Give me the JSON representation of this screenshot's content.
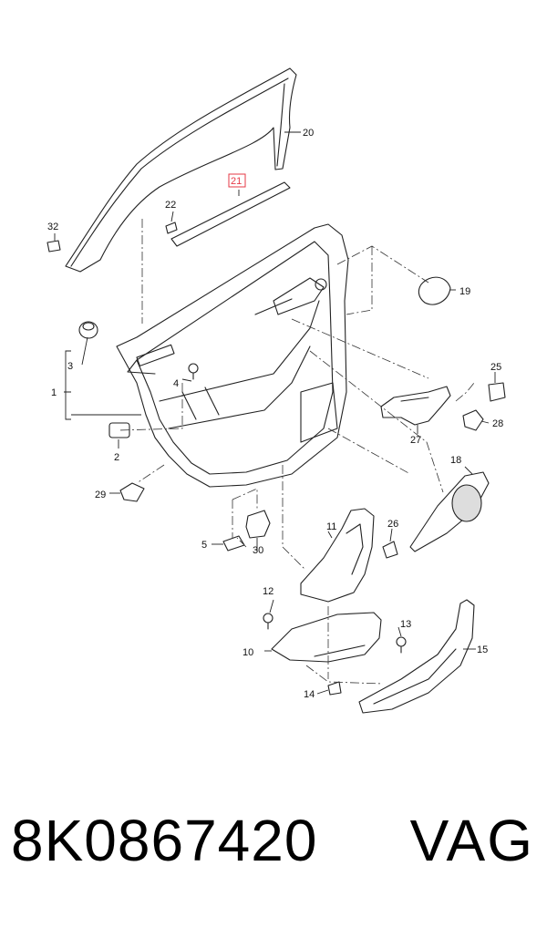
{
  "callouts": {
    "c1": "1",
    "c2": "2",
    "c3": "3",
    "c4": "4",
    "c5": "5",
    "c10": "10",
    "c11": "11",
    "c12": "12",
    "c13": "13",
    "c14": "14",
    "c15": "15",
    "c18": "18",
    "c19": "19",
    "c20": "20",
    "c21": "21",
    "c22": "22",
    "c25": "25",
    "c26": "26",
    "c27": "27",
    "c28": "28",
    "c29": "29",
    "c30": "30",
    "c32": "32"
  },
  "highlight_color": "#e63946",
  "footer": {
    "part_number": "8K0867420",
    "brand": "VAG"
  }
}
